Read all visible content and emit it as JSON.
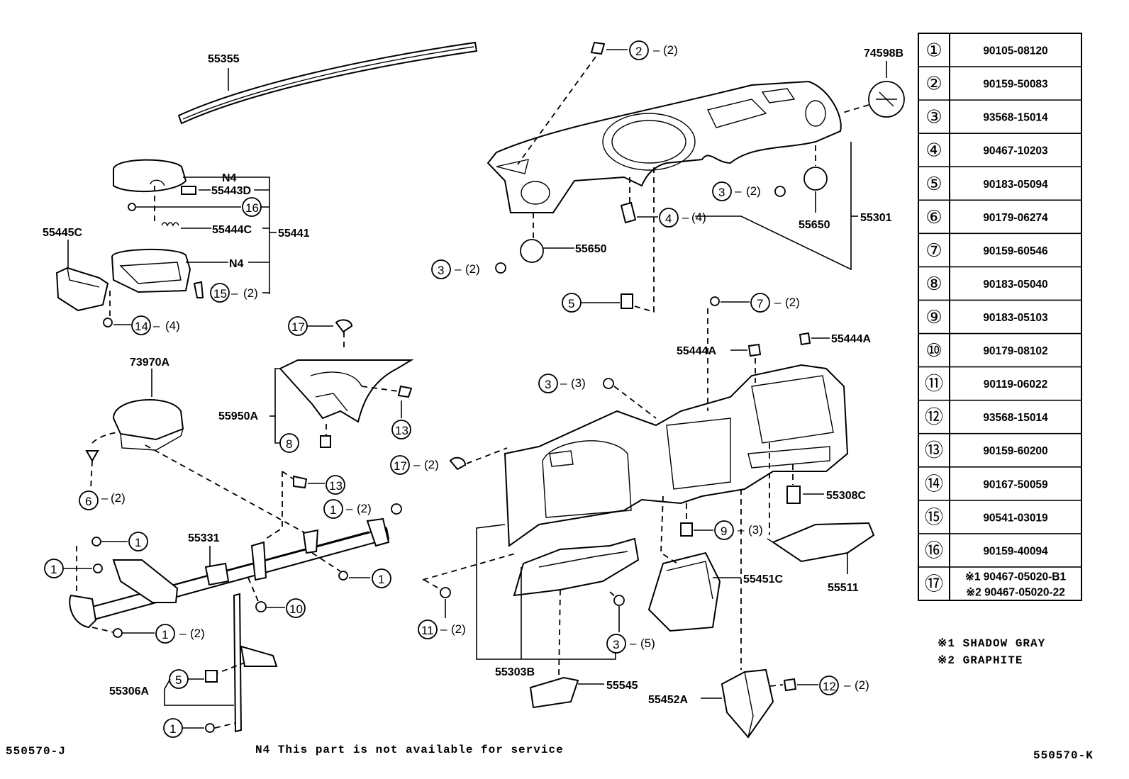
{
  "callouts": {
    "p55355": "55355",
    "n4_top": "N4",
    "n4_mid": "N4",
    "p55443D": "55443D",
    "p55444C": "55444C",
    "p55441": "55441",
    "p55445C": "55445C",
    "p73970A": "73970A",
    "p55950A": "55950A",
    "p55331": "55331",
    "p55306A": "55306A",
    "p74598B": "74598B",
    "p55650_a": "55650",
    "p55650_b": "55650",
    "p55301": "55301",
    "p55444A_a": "55444A",
    "p55444A_b": "55444A",
    "p55308C": "55308C",
    "p55451C": "55451C",
    "p55511": "55511",
    "p55303B": "55303B",
    "p55545": "55545",
    "p55452A": "55452A"
  },
  "qty": {
    "q2": "(2)",
    "q3": "(3)",
    "q4": "(4)",
    "q5": "(5)"
  },
  "reference_table": [
    {
      "mark": "①",
      "part": "90105-08120"
    },
    {
      "mark": "②",
      "part": "90159-50083"
    },
    {
      "mark": "③",
      "part": "93568-15014"
    },
    {
      "mark": "④",
      "part": "90467-10203"
    },
    {
      "mark": "⑤",
      "part": "90183-05094"
    },
    {
      "mark": "⑥",
      "part": "90179-06274"
    },
    {
      "mark": "⑦",
      "part": "90159-60546"
    },
    {
      "mark": "⑧",
      "part": "90183-05040"
    },
    {
      "mark": "⑨",
      "part": "90183-05103"
    },
    {
      "mark": "⑩",
      "part": "90179-08102"
    },
    {
      "mark": "⑪",
      "part": "90119-06022"
    },
    {
      "mark": "⑫",
      "part": "93568-15014"
    },
    {
      "mark": "⑬",
      "part": "90159-60200"
    },
    {
      "mark": "⑭",
      "part": "90167-50059"
    },
    {
      "mark": "⑮",
      "part": "90541-03019"
    },
    {
      "mark": "⑯",
      "part": "90159-40094"
    },
    {
      "mark": "⑰",
      "part": "※1 90467-05020-B1",
      "part2": "※2 90467-05020-22"
    }
  ],
  "legend": {
    "note1": "※1  SHADOW GRAY",
    "note2": "※2  GRAPHITE"
  },
  "footer": {
    "left_code": "550570-J",
    "note": "N4 This part is not available for service",
    "right_code": "550570-K"
  }
}
